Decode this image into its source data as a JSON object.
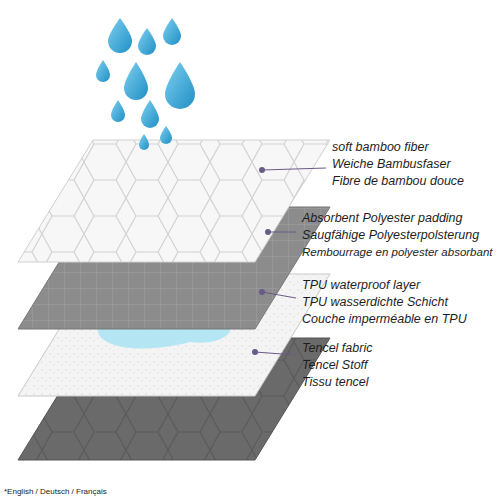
{
  "diagram": {
    "labels": [
      "soft bamboo fiber",
      "Weiche Bambusfaser",
      "Fibre de bambou douce",
      "Absorbent Polyester padding",
      "Saugfähige Polyesterpolsterung",
      "Rembourrage en polyester absorbant",
      "TPU waterproof layer",
      "TPU wasserdichte Schicht",
      "Couche imperméable en TPU",
      "Tencel fabric",
      "Tencel Stoff",
      "Tissu tencel",
      "*English / Deutsch / Français"
    ]
  }
}
